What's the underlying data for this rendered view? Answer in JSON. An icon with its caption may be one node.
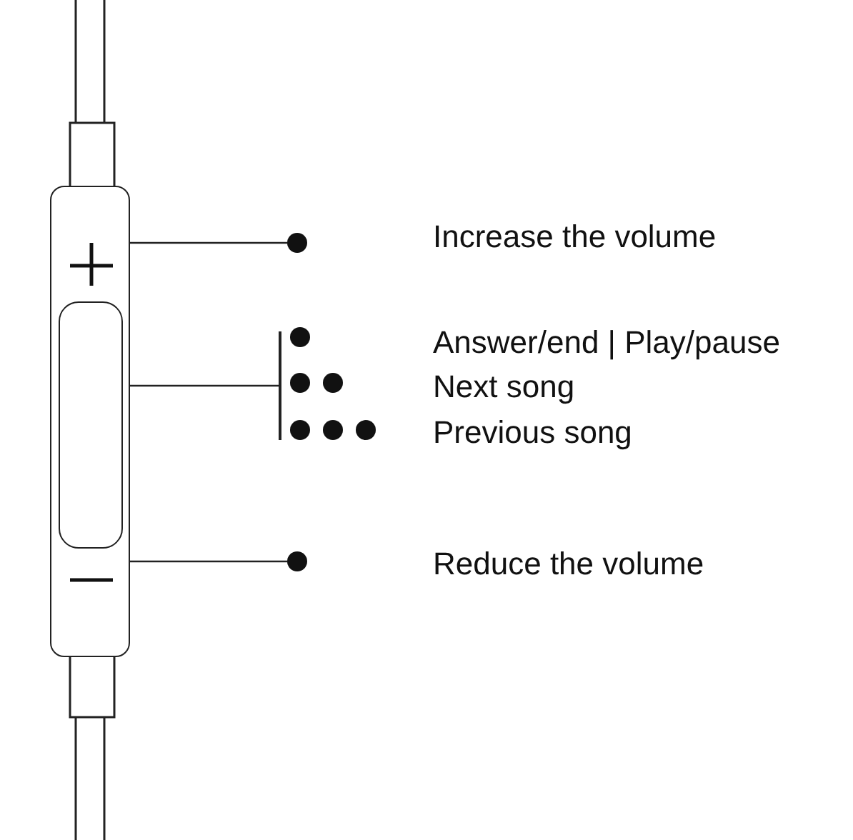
{
  "diagram": {
    "nodes": [
      {
        "text": [],
        "shape": "box"
      },
      {
        "text": [],
        "shape": "plus",
        "in": 0
      },
      {
        "text": [],
        "shape": "box",
        "in": 0
      },
      {
        "text": [],
        "shape": "minus",
        "in": 0
      },
      {
        "text": [],
        "shape": "circle"
      },
      {
        "text": [],
        "shape": "bar"
      },
      {
        "text": [],
        "shape": "circle"
      }
    ],
    "edges": [
      {
        "from": 1,
        "to": 4,
        "arrow": "none"
      },
      {
        "from": 2,
        "to": 5,
        "arrow": "none"
      },
      {
        "from": 3,
        "to": 6,
        "arrow": "none"
      }
    ],
    "labels": [
      "Increase the volume",
      "Answer/end | Play/pause",
      "Next song",
      "Previous song",
      "Reduce the volume"
    ]
  }
}
